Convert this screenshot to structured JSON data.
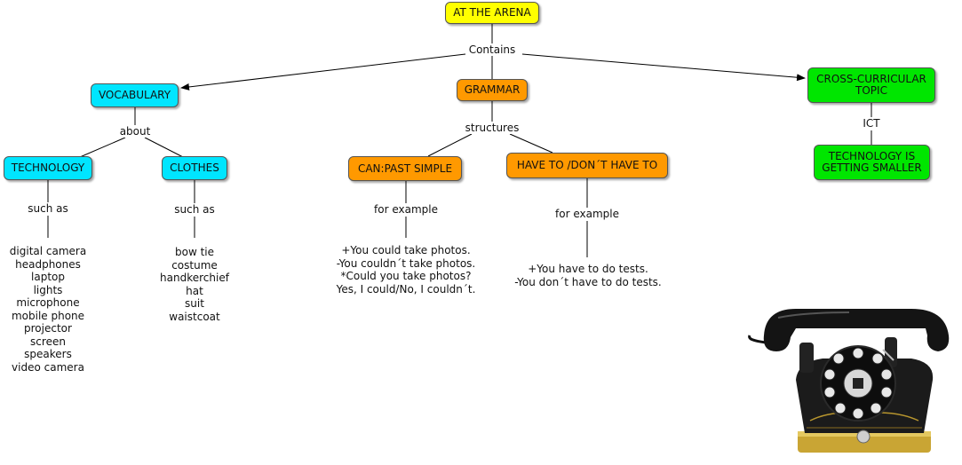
{
  "nodes": {
    "root": "AT THE ARENA",
    "vocabulary": "VOCABULARY",
    "grammar": "GRAMMAR",
    "cross_curricular": "CROSS-CURRICULAR TOPIC",
    "technology": "TECHNOLOGY",
    "clothes": "CLOTHES",
    "can_past_simple": "CAN:PAST SIMPLE",
    "have_to": "HAVE TO /DON´T HAVE TO",
    "tech_smaller": "TECHNOLOGY IS GETTING SMALLER"
  },
  "links": {
    "contains": "Contains",
    "about": "about",
    "structures": "structures",
    "ict": "ICT",
    "such_as_tech": "such as",
    "such_as_clothes": "such as",
    "for_example_can": "for example",
    "for_example_have": "for example"
  },
  "lists": {
    "technology_items": [
      "digital camera",
      "headphones",
      "laptop",
      "lights",
      "microphone",
      "mobile phone",
      "projector",
      "screen",
      "speakers",
      "video camera"
    ],
    "clothes_items": [
      "bow tie",
      "costume",
      "handkerchief",
      "hat",
      "suit",
      "waistcoat"
    ],
    "can_examples": [
      "+You could take photos.",
      "-You couldn´t take photos.",
      "*Could you take photos?",
      "Yes, I could/No, I couldn´t."
    ],
    "have_to_examples": [
      "+You have to do tests.",
      "-You don´t have to do tests."
    ]
  },
  "colors": {
    "root": "#ffff00",
    "vocabulary": "#00e5ff",
    "grammar": "#ff9900",
    "cross_curricular": "#00e600"
  },
  "image": {
    "icon": "telephone-icon"
  }
}
